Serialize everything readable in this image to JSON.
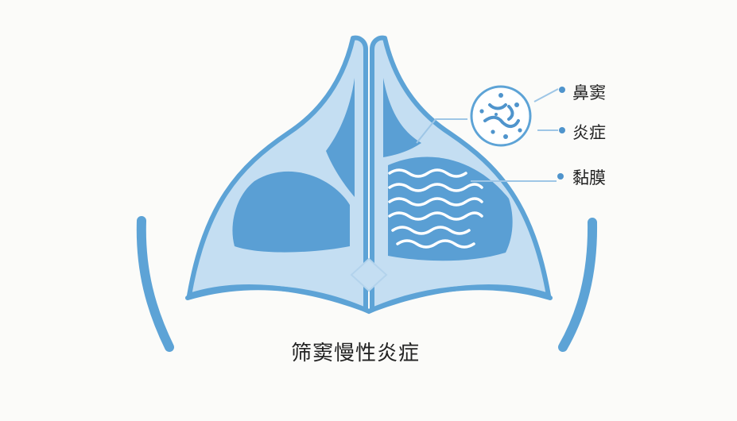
{
  "caption": "筛窦慢性炎症",
  "labels": {
    "sinus": "鼻窦",
    "inflammation": "炎症",
    "mucosa": "黏膜"
  },
  "colors": {
    "outline": "#5da3d6",
    "light_fill": "#c4def2",
    "cavity_fill": "#5a9fd4",
    "dot": "#4f94cc",
    "leader": "#9ec6e6",
    "text": "#222222",
    "background": "#fbfbf9"
  },
  "icons": [
    "bacteria-icon",
    "mucosa-wave-icon"
  ]
}
